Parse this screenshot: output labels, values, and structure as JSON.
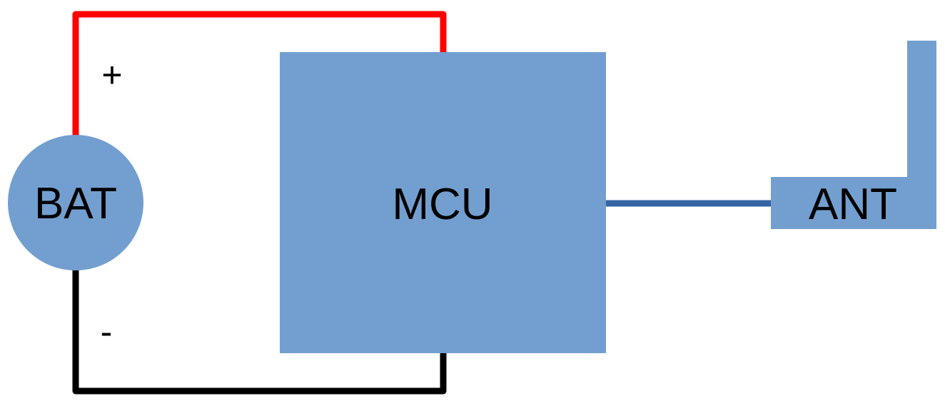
{
  "diagram": {
    "colors": {
      "block_fill": "#729fcf",
      "positive_wire": "#ff0000",
      "negative_wire": "#000000",
      "signal_wire": "#3465a4",
      "background": "#ffffff"
    },
    "nodes": {
      "battery": {
        "label": "BAT",
        "shape": "circle"
      },
      "mcu": {
        "label": "MCU",
        "shape": "rectangle"
      },
      "antenna": {
        "label": "ANT",
        "shape": "inverted-L antenna"
      }
    },
    "terminals": {
      "positive": "+",
      "negative": "-"
    },
    "connections": [
      {
        "from": "battery",
        "to": "mcu",
        "polarity": "positive",
        "color": "red"
      },
      {
        "from": "battery",
        "to": "mcu",
        "polarity": "negative",
        "color": "black"
      },
      {
        "from": "mcu",
        "to": "antenna",
        "type": "signal"
      }
    ]
  }
}
